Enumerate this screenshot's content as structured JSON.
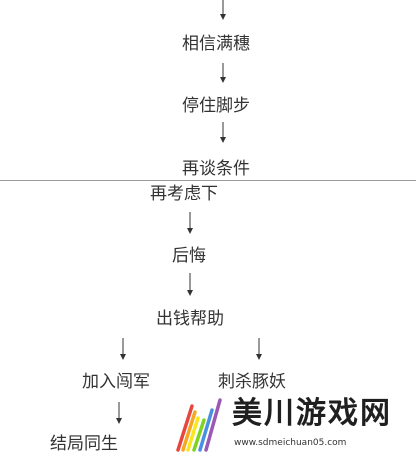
{
  "nodes": [
    {
      "id": "xiangxin",
      "label": "相信满穗"
    },
    {
      "id": "tingzhu",
      "label": "停住脚步"
    },
    {
      "id": "zaitan",
      "label": "再谈条件"
    },
    {
      "id": "zaikaolv",
      "label": "再考虑下"
    },
    {
      "id": "houhui",
      "label": "后悔"
    },
    {
      "id": "chuqian",
      "label": "出钱帮助"
    },
    {
      "id": "jiaru",
      "label": "加入闯军"
    },
    {
      "id": "cisha",
      "label": "刺杀豚妖"
    },
    {
      "id": "jieju",
      "label": "结局同生"
    }
  ],
  "edges": [
    {
      "from": "",
      "to": "xiangxin"
    },
    {
      "from": "xiangxin",
      "to": "tingzhu"
    },
    {
      "from": "tingzhu",
      "to": "zaitan"
    },
    {
      "from": "zaikaolv",
      "to": "houhui"
    },
    {
      "from": "houhui",
      "to": "chuqian"
    },
    {
      "from": "chuqian",
      "to": "jiaru"
    },
    {
      "from": "chuqian",
      "to": "cisha"
    },
    {
      "from": "jiaru",
      "to": "jieju"
    }
  ],
  "watermark": {
    "title": "美川游戏网",
    "url": "www.sdmeichuan05.com",
    "colors": [
      "#e8453c",
      "#f5a623",
      "#f8e71c",
      "#7ed321",
      "#4a90e2",
      "#9b59b6"
    ]
  },
  "line_color": "#333333",
  "divider_color": "#9a9a9a"
}
